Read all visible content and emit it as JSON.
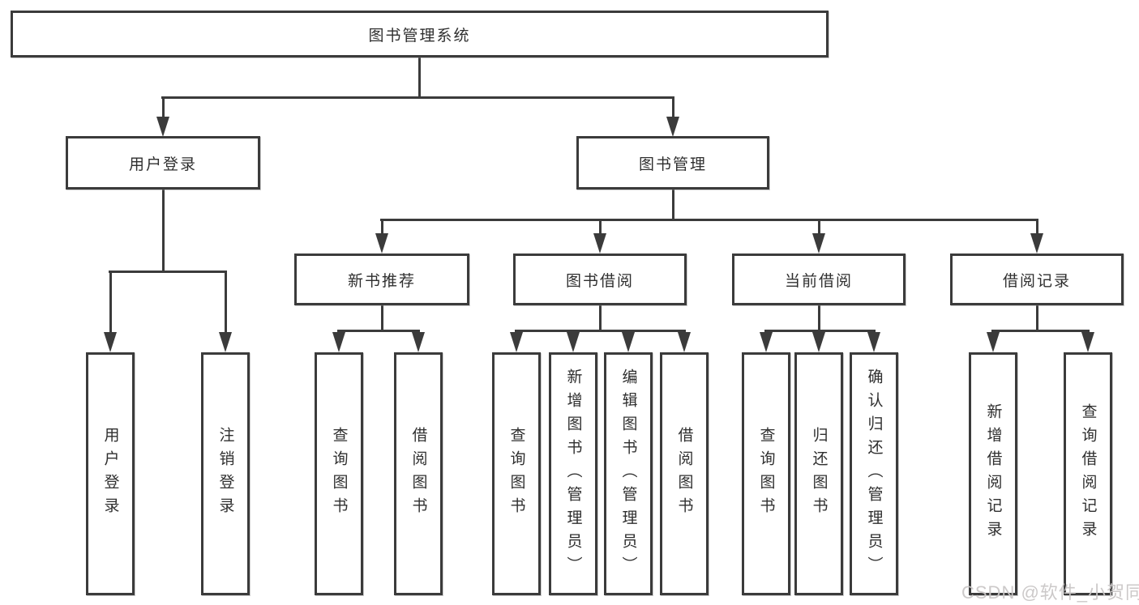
{
  "tree": {
    "label": "图书管理系统",
    "children": [
      {
        "label": "用户登录",
        "children": [
          {
            "label": "用户登录"
          },
          {
            "label": "注销登录"
          }
        ]
      },
      {
        "label": "图书管理",
        "children": [
          {
            "label": "新书推荐",
            "children": [
              {
                "label": "查询图书"
              },
              {
                "label": "借阅图书"
              }
            ]
          },
          {
            "label": "图书借阅",
            "children": [
              {
                "label": "查询图书"
              },
              {
                "label": "新增图书（管理员）"
              },
              {
                "label": "编辑图书（管理员）"
              },
              {
                "label": "借阅图书"
              }
            ]
          },
          {
            "label": "当前借阅",
            "children": [
              {
                "label": "查询图书"
              },
              {
                "label": "归还图书"
              },
              {
                "label": "确认归还（管理员）"
              }
            ]
          },
          {
            "label": "借阅记录",
            "children": [
              {
                "label": "新增借阅记录"
              },
              {
                "label": "查询借阅记录"
              }
            ]
          }
        ]
      }
    ]
  },
  "watermark": {
    "text": "CSDN @软件_小贺同学"
  },
  "colors": {
    "line": "#3b3b3b",
    "text": "#2f2f2f",
    "background": "#ffffff",
    "watermark": "#c9c6c6"
  }
}
